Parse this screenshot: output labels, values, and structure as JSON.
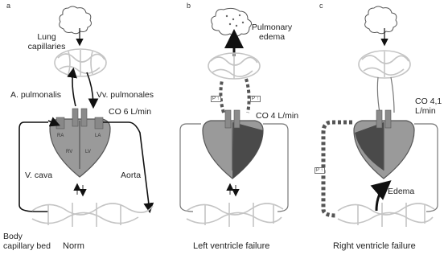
{
  "panels": {
    "a": {
      "letter": "a",
      "lung_capillaries": "Lung capillaries",
      "a_pulmonalis": "A. pulmonalis",
      "vv_pulmonales": "Vv. pulmonales",
      "co": "CO 6 L/min",
      "v_cava": "V. cava",
      "aorta": "Aorta",
      "body_capillary_bed": "Body capillary bed",
      "chambers": {
        "ra": "RA",
        "la": "LA",
        "rv": "RV",
        "lv": "LV"
      },
      "caption": "Norm"
    },
    "b": {
      "letter": "b",
      "pulmonary_edema": "Pulmonary edema",
      "co": "CO 4 L/min",
      "pressure_markers": [
        "P ↑",
        "P ↑"
      ],
      "caption": "Left ventricle failure"
    },
    "c": {
      "letter": "c",
      "co": "CO 4,1 L/min",
      "pressure_marker": "P ↑",
      "edema": "Edema",
      "caption": "Right ventricle failure"
    }
  },
  "colors": {
    "heart_gray": "#9a9a9a",
    "heart_outline": "#555555",
    "failing_ventricle": "#4a4a4a",
    "capillary": "#c8c8c8",
    "vessel_line": "#6a6a6a",
    "arrow": "#111111"
  }
}
